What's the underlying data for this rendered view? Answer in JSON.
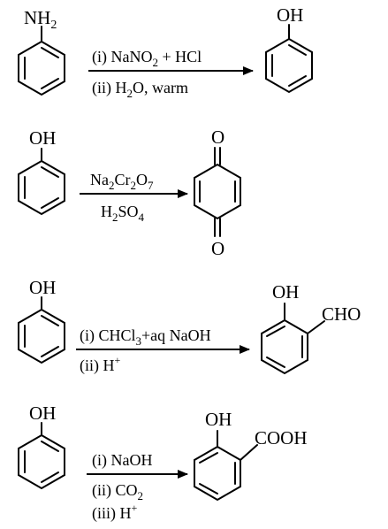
{
  "reactions": [
    {
      "reactant": {
        "group_main": "NH",
        "group_sub": "2"
      },
      "reagents": [
        {
          "parts": [
            "(i) NaNO",
            "2",
            " + HCl"
          ]
        },
        {
          "parts": [
            "(ii) H",
            "2",
            "O, warm"
          ]
        }
      ],
      "product": {
        "group": "OH"
      }
    },
    {
      "reactant": {
        "group": "OH"
      },
      "reagents": [
        {
          "parts": [
            "Na",
            "2",
            "Cr",
            "2",
            "O",
            "7"
          ]
        },
        {
          "parts": [
            "H",
            "2",
            "SO",
            "4"
          ]
        }
      ],
      "product": {
        "top_o": "O",
        "bottom_o": "O"
      }
    },
    {
      "reactant": {
        "group": "OH"
      },
      "reagents": [
        {
          "parts": [
            "(i) CHCl",
            "3",
            "+aq NaOH"
          ]
        },
        {
          "parts": [
            "(ii) H",
            "+"
          ]
        }
      ],
      "product": {
        "group1": "OH",
        "group2": "CHO"
      }
    },
    {
      "reactant": {
        "group": "OH"
      },
      "reagents": [
        {
          "parts": [
            "(i) NaOH"
          ]
        },
        {
          "parts": [
            "(ii)  CO",
            "2"
          ]
        },
        {
          "parts": [
            "(iii) H",
            "+"
          ]
        }
      ],
      "product": {
        "group1": "OH",
        "group2": "COOH"
      }
    }
  ]
}
